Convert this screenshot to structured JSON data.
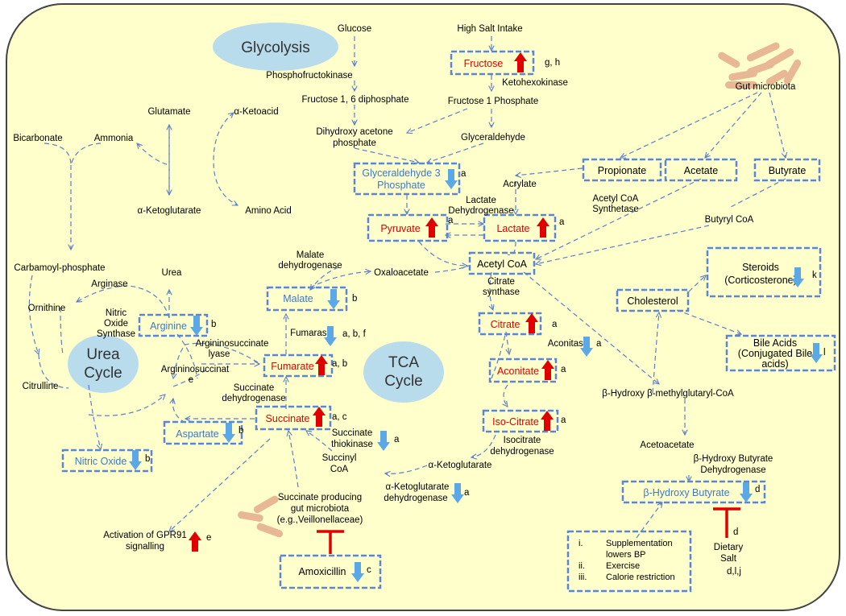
{
  "colors": {
    "background": "#ffffcc",
    "frame": "#444444",
    "arrow": "#5b7fc7",
    "box_border": "#5b86d6",
    "up": "#e00000",
    "down": "#5aa9e6",
    "ellipse": "#b9dcec",
    "blue_text": "#3a78c9",
    "red_text": "#e00000",
    "bacteria": "#e8b794"
  },
  "cycles": {
    "glycolysis": "Glycolysis",
    "urea": [
      "Urea",
      "Cycle"
    ],
    "tca": [
      "TCA",
      "Cycle"
    ]
  },
  "labels": {
    "glucose": "Glucose",
    "pfk": "Phosphofructokinase",
    "f16dp": "Fructose 1, 6 diphosphate",
    "dhap": [
      "Dihydroxy acetone",
      "phosphate"
    ],
    "high_salt": "High Salt Intake",
    "ketohexokinase": "Ketohexokinase",
    "f1p": "Fructose 1 Phosphate",
    "glyceraldehyde": "Glyceraldehyde",
    "gut_microbiota": "Gut microbiota",
    "glutamate": "Glutamate",
    "alpha_ketoacid": "α-Ketoacid",
    "bicarbonate": "Bicarbonate",
    "ammonia": "Ammonia",
    "alpha_kg_left": "α-Ketoglutarate",
    "amino_acid": "Amino Acid",
    "acrylate": "Acrylate",
    "ldh": [
      "Lactate",
      "Dehydrogenase"
    ],
    "acs": [
      "Acetyl CoA",
      "Synthetase"
    ],
    "butyryl_coa": "Butyryl CoA",
    "carbamoyl": "Carbamoyl-phosphate",
    "mdh": [
      "Malate",
      "dehydrogenase"
    ],
    "oxaloacetate": "Oxaloacetate",
    "citrate_synthase": [
      "Citrate",
      "synthase"
    ],
    "urea": "Urea",
    "arginase": "Arginase",
    "ornithine": "Ornithine",
    "nos": [
      "Nitric",
      "Oxide",
      "Synthase"
    ],
    "as_lyase": [
      "Argininosuccinate",
      "lyase"
    ],
    "argininosuccinate": [
      "Argininosuccinat",
      "e"
    ],
    "fumarase": "Fumarase",
    "aconitase": "Aconitase",
    "citrulline": "Citrulline",
    "sdh": [
      "Succinate",
      "dehydrogenase"
    ],
    "hmg": "β-Hydroxy β-methylglutaryl-CoA",
    "succ_thiokinase": [
      "Succinate",
      "thiokinase"
    ],
    "succinyl_coa": [
      "Succinyl",
      "CoA"
    ],
    "alpha_kg": "α-Ketoglutarate",
    "idh": [
      "Isocitrate",
      "dehydrogenase"
    ],
    "acetoacetate": "Acetoacetate",
    "bhbd": [
      "β-Hydroxy Butyrate",
      "Dehydrogenase"
    ],
    "akgdh": [
      "α-Ketoglutarate",
      "dehydrogenase"
    ],
    "succ_microbiota": [
      "Succinate producing",
      "gut microbiota",
      "(e.g.,Veillonellaceae)"
    ],
    "gpr91": [
      "Activation of GPR91",
      "signalling"
    ],
    "dietary_salt": [
      "Dietary",
      "Salt"
    ]
  },
  "boxes": {
    "fructose": "Fructose",
    "g3p": [
      "Glyceraldehyde 3",
      "Phosphate"
    ],
    "propionate": "Propionate",
    "acetate": "Acetate",
    "butyrate": "Butyrate",
    "pyruvate": "Pyruvate",
    "lactate": "Lactate",
    "acetyl_coa": "Acetyl CoA",
    "steroids": [
      "Steroids",
      "(Corticosterone)"
    ],
    "malate": "Malate",
    "cholesterol": "Cholesterol",
    "arginine": "Arginine",
    "citrate": "Citrate",
    "bile_acids": [
      "Bile Acids",
      "(Conjugated Bile",
      "acids)"
    ],
    "fumarate": "Fumarate",
    "aconitate": "Aconitate",
    "succinate": "Succinate",
    "iso_citrate": "Iso-Citrate",
    "aspartate": "Aspartate",
    "nitric_oxide": "Nitric Oxide",
    "bhb": "β-Hydroxy Butyrate",
    "amoxicillin": "Amoxicillin",
    "interventions": [
      "i.",
      "Supplementation",
      "lowers BP",
      "ii.",
      "Exercise",
      "iii.",
      "Calorie restriction"
    ]
  },
  "refs": {
    "fructose": "g, h",
    "g3p": "a",
    "pyruvate": "a",
    "lactate": "a",
    "steroids": "k",
    "malate": "b",
    "arginine": "b",
    "citrate": "a",
    "fumarase": "a, b, f",
    "aconitase": "a",
    "bile_acids": "l",
    "fumarate": "a, b",
    "aconitate": "a",
    "succinate": "a, c",
    "iso_citrate": "a",
    "aspartate": "b",
    "succ_thiokinase": "a",
    "nitric_oxide": "b",
    "bhb": "d",
    "akgdh": "a",
    "gpr91": "e",
    "dietary_salt": "d",
    "interventions": "d,l,j",
    "amoxicillin": "c"
  },
  "regulation": {
    "fructose": "up",
    "g3p": "down",
    "pyruvate": "up",
    "lactate": "up",
    "steroids": "down",
    "malate": "down",
    "arginine": "down",
    "citrate": "up",
    "fumarase": "down",
    "aconitase": "down",
    "bile_acids": "down",
    "fumarate": "up",
    "aconitate": "up",
    "succinate": "up",
    "iso_citrate": "up",
    "aspartate": "down",
    "succ_thiokinase": "down",
    "nitric_oxide": "down",
    "bhb": "down",
    "akgdh": "down",
    "gpr91": "up",
    "amoxicillin": "down"
  },
  "icons": [
    "bacteria-icon",
    "up-arrow-icon",
    "down-arrow-icon",
    "inhibition-icon"
  ]
}
